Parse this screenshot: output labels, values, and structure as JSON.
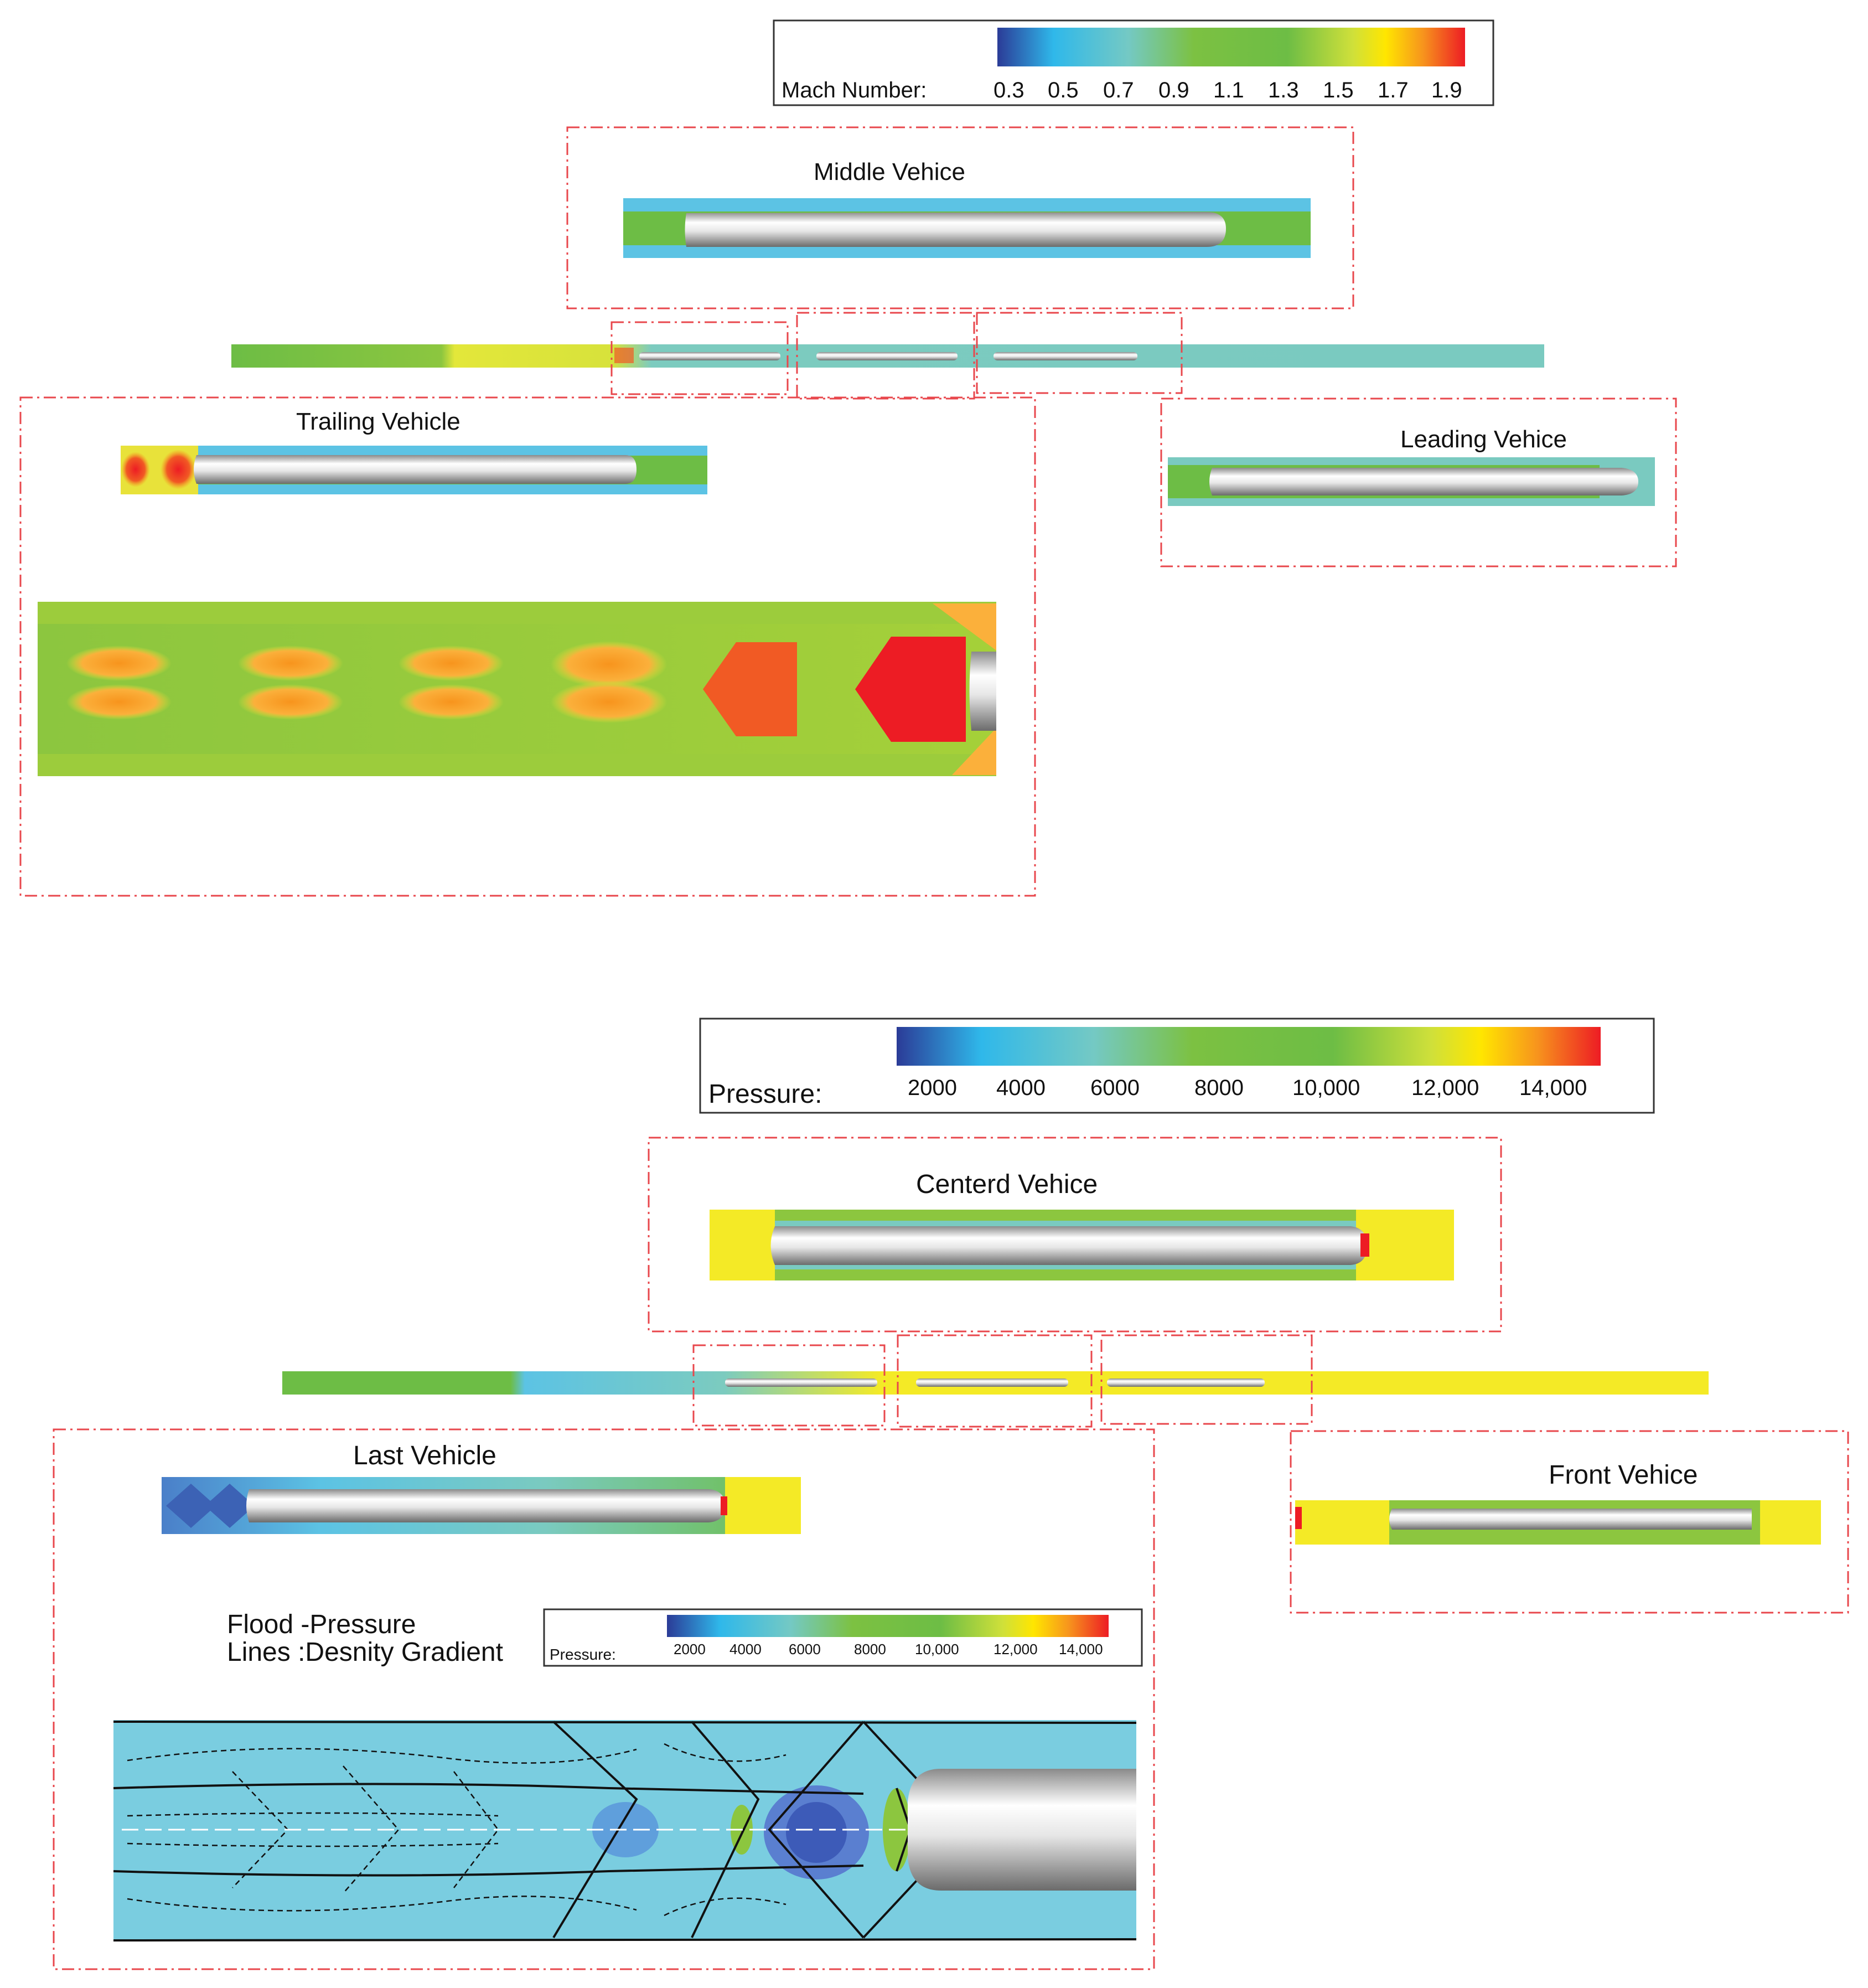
{
  "mach_legend": {
    "label": "Mach Number:",
    "ticks": [
      "0.3",
      "0.5",
      "0.7",
      "0.9",
      "1.1",
      "1.3",
      "1.5",
      "1.7",
      "1.9"
    ]
  },
  "pressure_legend": {
    "label": "Pressure:",
    "ticks": [
      "2000",
      "4000",
      "6000",
      "8000",
      "10,000",
      "12,000",
      "14,000"
    ]
  },
  "small_pressure_legend": {
    "label": "Pressure:",
    "ticks": [
      "2000",
      "4000",
      "6000",
      "8000",
      "10,000",
      "12,000",
      "14,000"
    ]
  },
  "mach_panels": {
    "middle": "Middle Vehice",
    "trailing": "Trailing Vehicle",
    "leading": "Leading Vehice"
  },
  "pressure_panels": {
    "centered": "Centerd Vehice",
    "last": "Last Vehicle",
    "front": "Front Vehice"
  },
  "flood_caption": {
    "line1": "Flood -Pressure",
    "line2": "Lines :Desnity Gradient"
  },
  "colors": {
    "callout_border": "#e8474c",
    "legend_border": "#333333",
    "colormap": [
      "#2a3e9a",
      "#2fb8ea",
      "#6ccbc0",
      "#7cc142",
      "#6dbd45",
      "#c9dd3b",
      "#ffe800",
      "#f7941d",
      "#ed1c24"
    ]
  }
}
